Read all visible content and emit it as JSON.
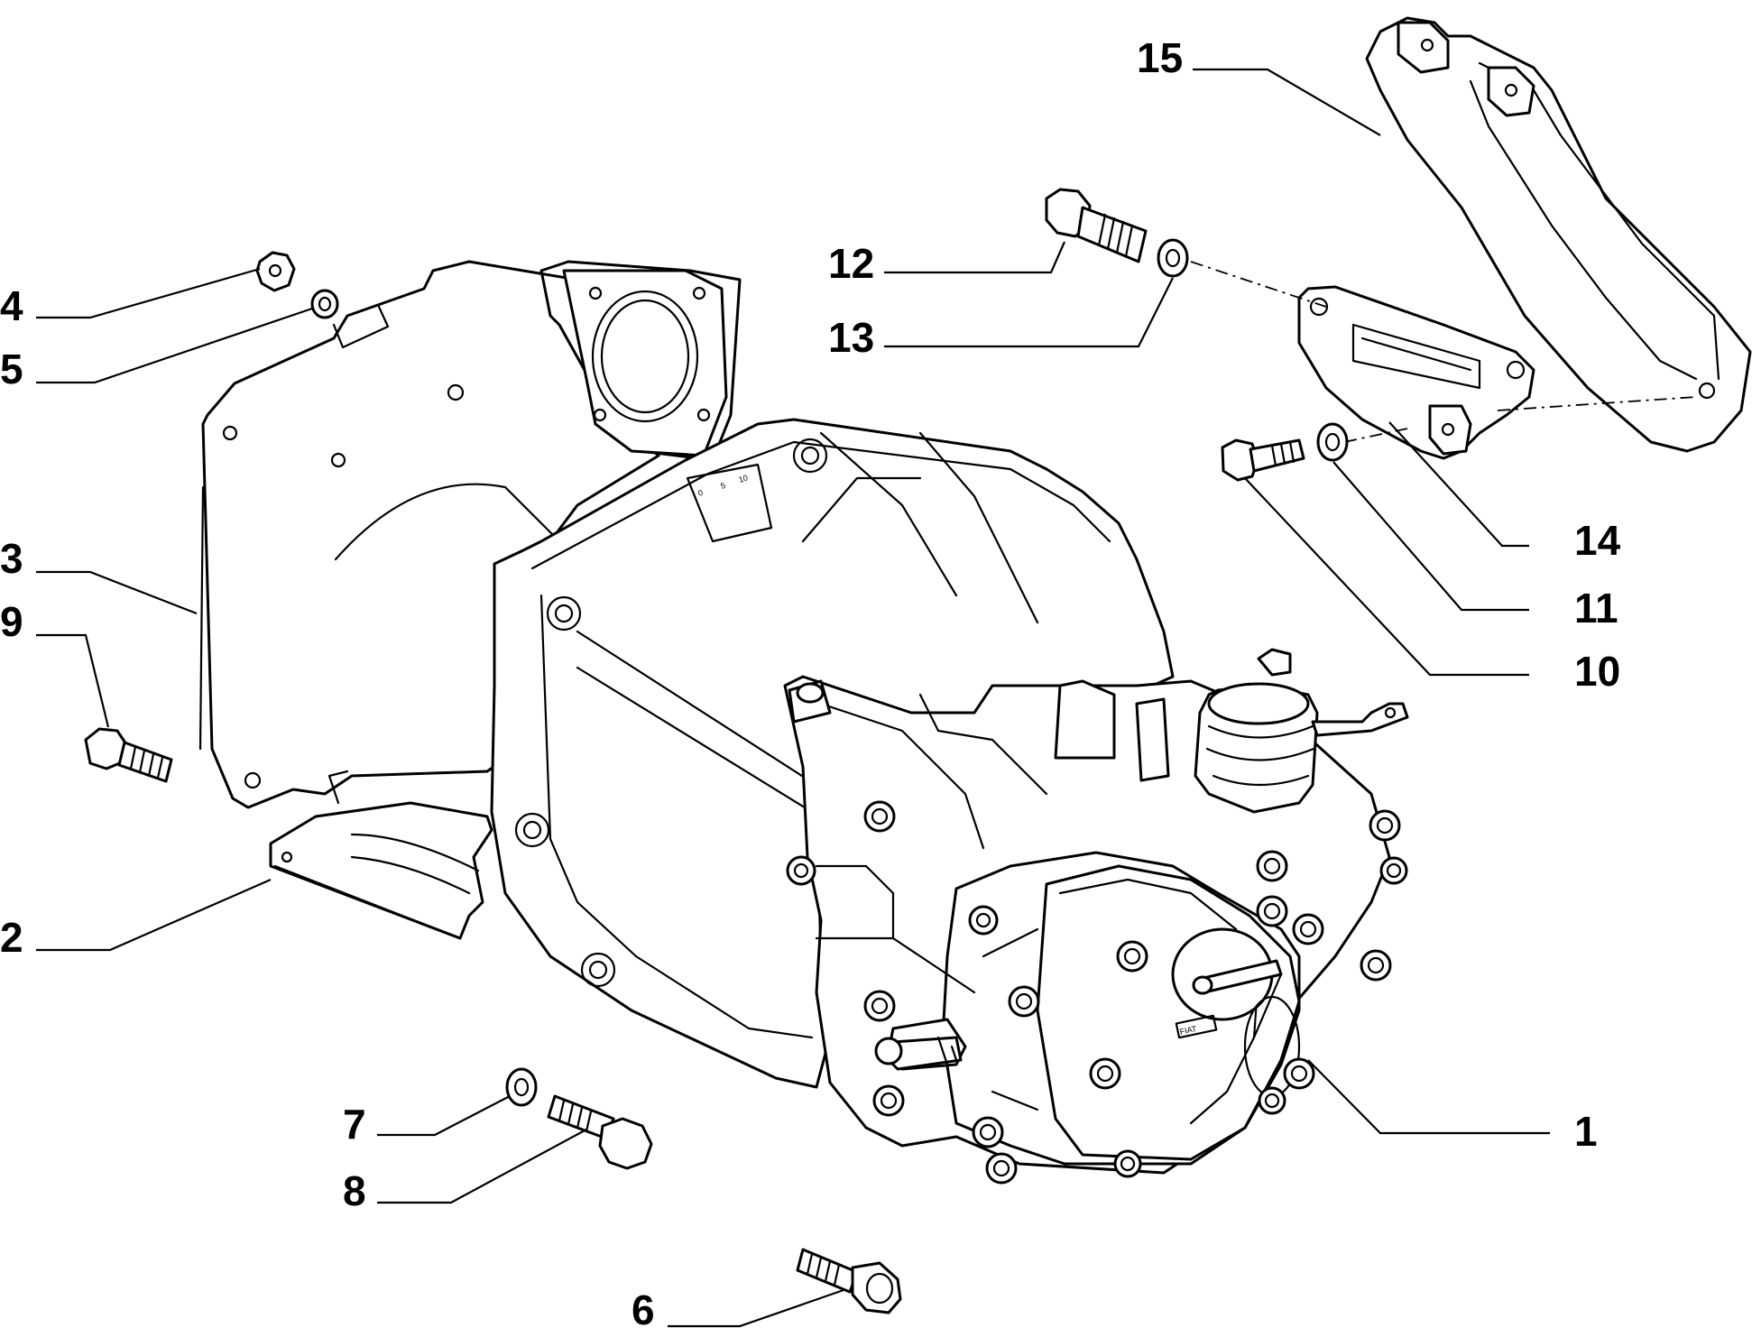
{
  "callouts": [
    {
      "id": "1",
      "label": "1"
    },
    {
      "id": "2",
      "label": "2"
    },
    {
      "id": "3",
      "label": "3"
    },
    {
      "id": "4",
      "label": "4"
    },
    {
      "id": "5",
      "label": "5"
    },
    {
      "id": "6",
      "label": "6"
    },
    {
      "id": "7",
      "label": "7"
    },
    {
      "id": "8",
      "label": "8"
    },
    {
      "id": "9",
      "label": "9"
    },
    {
      "id": "10",
      "label": "10"
    },
    {
      "id": "11",
      "label": "11"
    },
    {
      "id": "12",
      "label": "12"
    },
    {
      "id": "13",
      "label": "13"
    },
    {
      "id": "14",
      "label": "14"
    },
    {
      "id": "15",
      "label": "15"
    }
  ],
  "scale_marks": [
    "0",
    "5",
    "10"
  ],
  "cover_marking": "FIAT"
}
